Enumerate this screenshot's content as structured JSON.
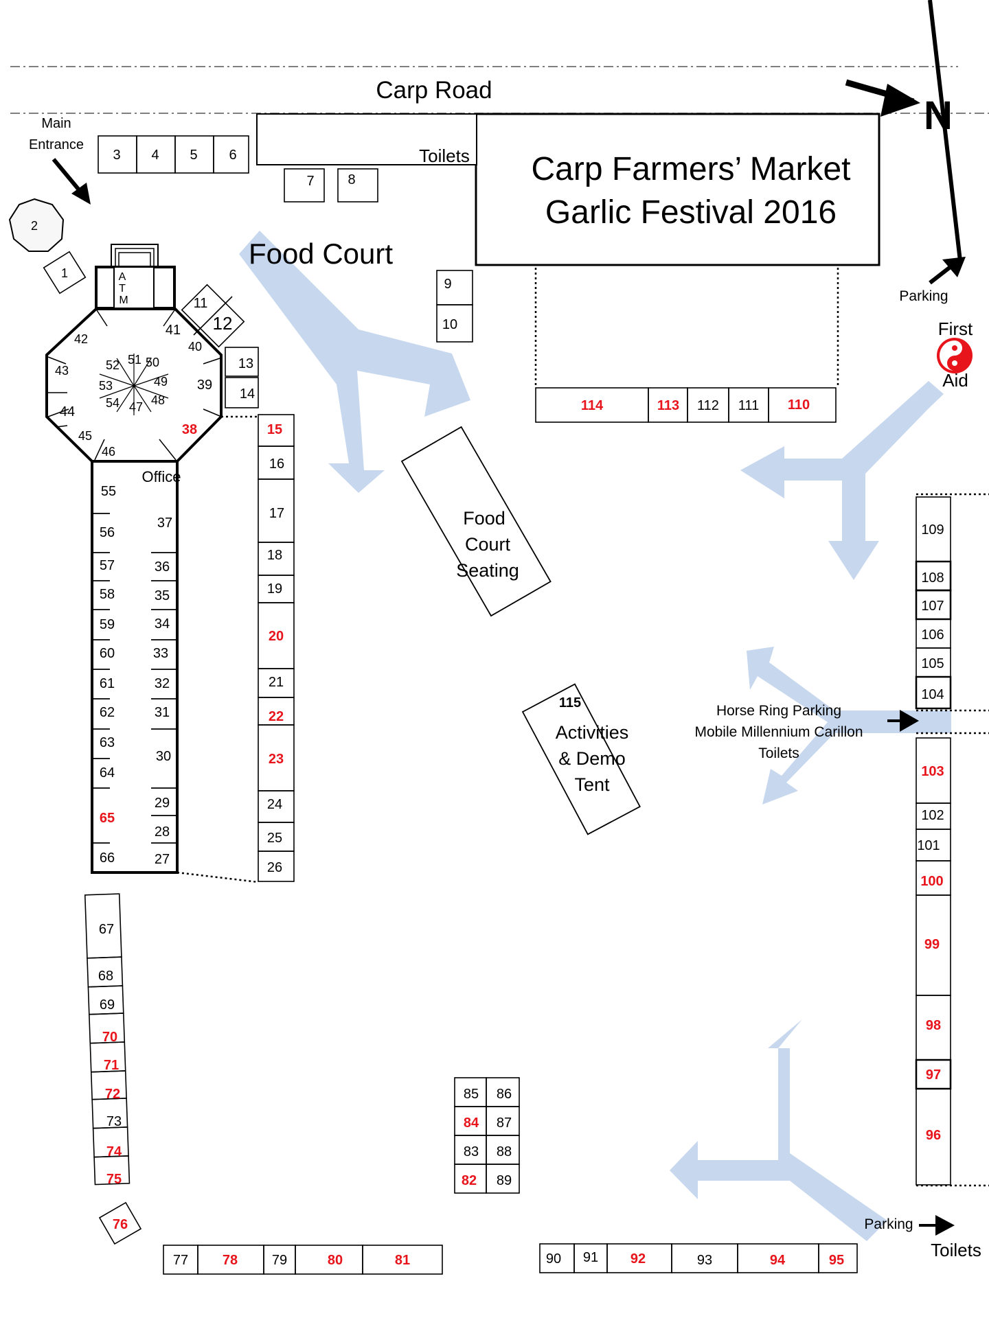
{
  "road": {
    "label": "Carp Road"
  },
  "north": {
    "label": "N"
  },
  "building": {
    "line1": "Carp Farmers’ Market",
    "line2": "Garlic Festival 2016"
  },
  "labels": {
    "main_entrance_1": "Main",
    "main_entrance_2": "Entrance",
    "toilets_top": "Toilets",
    "food_court": "Food Court",
    "parking_top": "Parking",
    "first": "First",
    "aid": "Aid",
    "office": "Office",
    "food_seating_1": "Food",
    "food_seating_2": "Court",
    "food_seating_3": "Seating",
    "activities_num": "115",
    "activities_1": "Activities",
    "activities_2": "& Demo",
    "activities_3": "Tent",
    "horse_1": "Horse Ring Parking",
    "horse_2": "Mobile Millennium Carillon",
    "horse_3": "Toilets",
    "parking_bottom": "Parking",
    "toilets_bottom": "Toilets",
    "atm_a": "A",
    "atm_t": "T",
    "atm_m": "M"
  },
  "booths": [
    "1",
    "2",
    "3",
    "4",
    "5",
    "6",
    "7",
    "8",
    "9",
    "10",
    "11",
    "12",
    "13",
    "14",
    "15",
    "16",
    "17",
    "18",
    "19",
    "20",
    "21",
    "22",
    "23",
    "24",
    "25",
    "26",
    "27",
    "28",
    "29",
    "30",
    "31",
    "32",
    "33",
    "34",
    "35",
    "36",
    "37",
    "38",
    "39",
    "40",
    "41",
    "42",
    "43",
    "44",
    "45",
    "46",
    "47",
    "48",
    "49",
    "50",
    "51",
    "52",
    "53",
    "54",
    "55",
    "56",
    "57",
    "58",
    "59",
    "60",
    "61",
    "62",
    "63",
    "64",
    "65",
    "66",
    "67",
    "68",
    "69",
    "70",
    "71",
    "72",
    "73",
    "74",
    "75",
    "76",
    "77",
    "78",
    "79",
    "80",
    "81",
    "82",
    "83",
    "84",
    "85",
    "86",
    "87",
    "88",
    "89",
    "90",
    "91",
    "92",
    "93",
    "94",
    "95",
    "96",
    "97",
    "98",
    "99",
    "100",
    "101",
    "102",
    "103",
    "104",
    "105",
    "106",
    "107",
    "108",
    "109",
    "110",
    "111",
    "112",
    "113",
    "114"
  ],
  "highlighted_booths": [
    "15",
    "20",
    "22",
    "23",
    "38",
    "65",
    "70",
    "71",
    "72",
    "74",
    "75",
    "76",
    "78",
    "80",
    "81",
    "82",
    "84",
    "92",
    "94",
    "95",
    "96",
    "97",
    "98",
    "99",
    "100",
    "103",
    "110",
    "113",
    "114"
  ],
  "colors": {
    "booth_highlight": "#e8141b",
    "arrow_fill": "#c6d7ee",
    "first_aid": "#e8141b"
  }
}
